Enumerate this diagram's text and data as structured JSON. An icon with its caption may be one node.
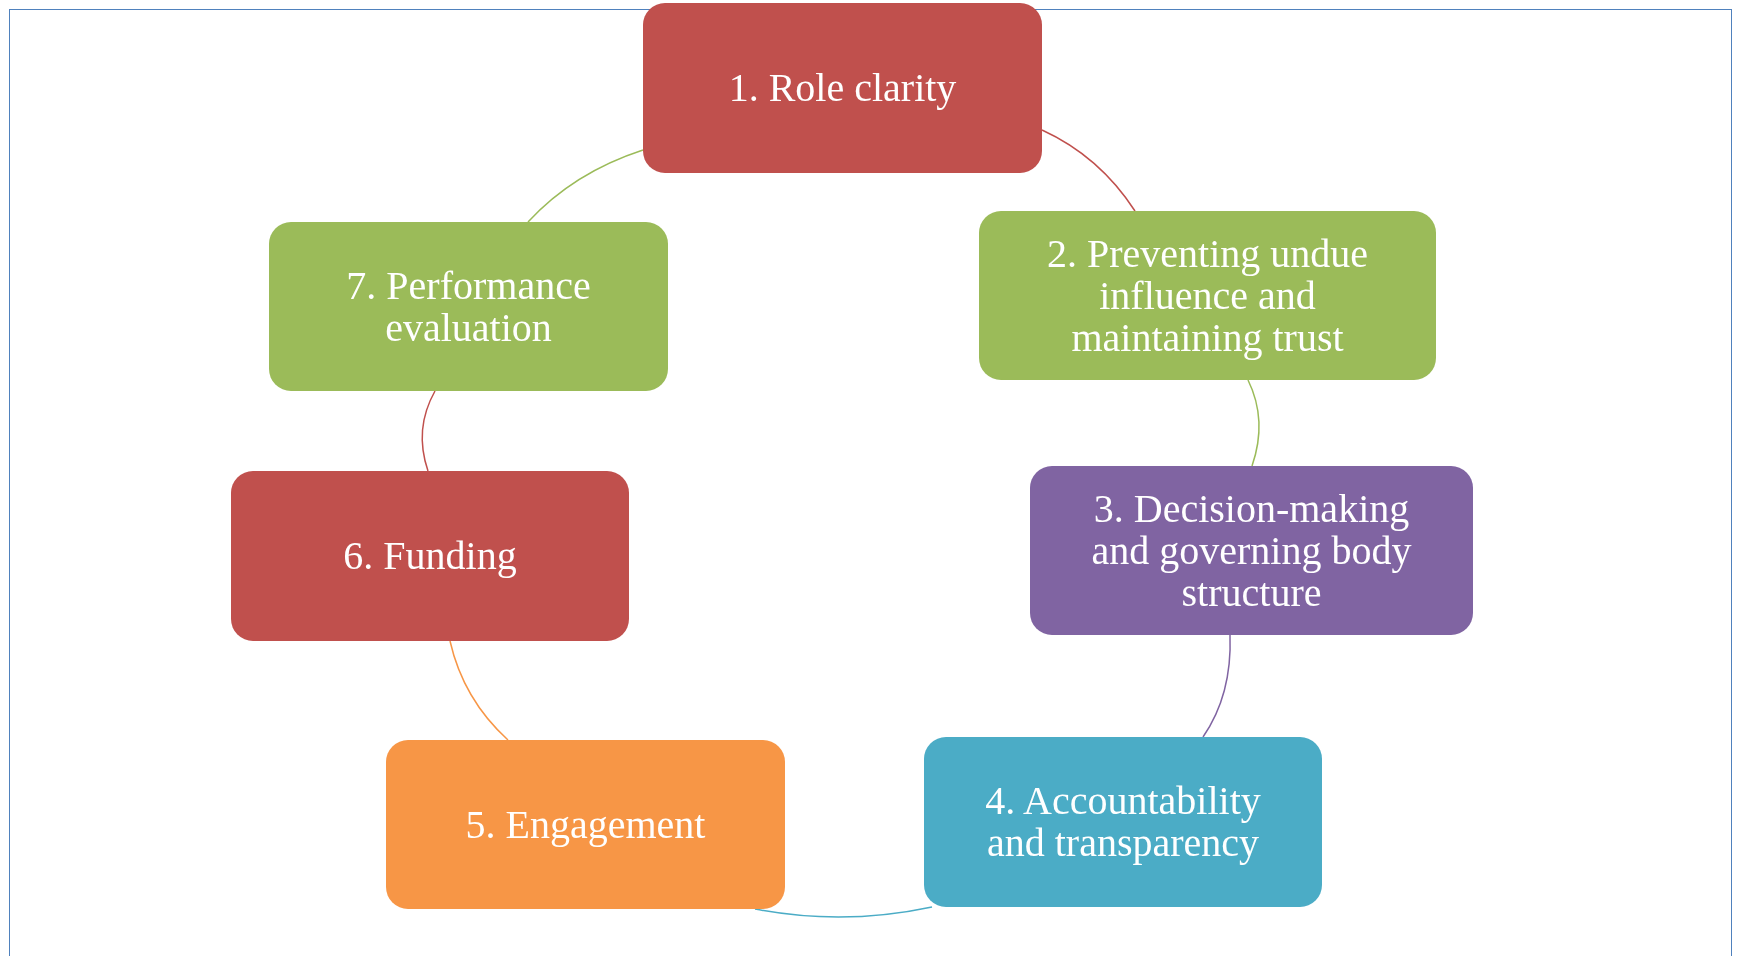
{
  "diagram": {
    "nodes": [
      {
        "text": [
          "1. Role clarity"
        ]
      },
      {
        "text": [
          "2. Preventing undue influence and maintaining trust"
        ]
      },
      {
        "text": [
          "3. Decision-making and governing body structure"
        ]
      },
      {
        "text": [
          "4. Accountability and transparency"
        ]
      },
      {
        "text": [
          "5. Engagement"
        ]
      },
      {
        "text": [
          "6. Funding"
        ]
      },
      {
        "text": [
          "7. Performance evaluation"
        ]
      }
    ],
    "edges": [
      {
        "from": 0,
        "to": 1,
        "arrow": "none",
        "color": "#c0504d"
      },
      {
        "from": 1,
        "to": 2,
        "arrow": "none",
        "color": "#9bbb59"
      },
      {
        "from": 2,
        "to": 3,
        "arrow": "none",
        "color": "#8064a2"
      },
      {
        "from": 3,
        "to": 4,
        "arrow": "none",
        "color": "#4bacc6"
      },
      {
        "from": 4,
        "to": 5,
        "arrow": "none",
        "color": "#f79646"
      },
      {
        "from": 5,
        "to": 6,
        "arrow": "none",
        "color": "#c0504d"
      },
      {
        "from": 6,
        "to": 0,
        "arrow": "none",
        "color": "#9bbb59"
      }
    ]
  }
}
